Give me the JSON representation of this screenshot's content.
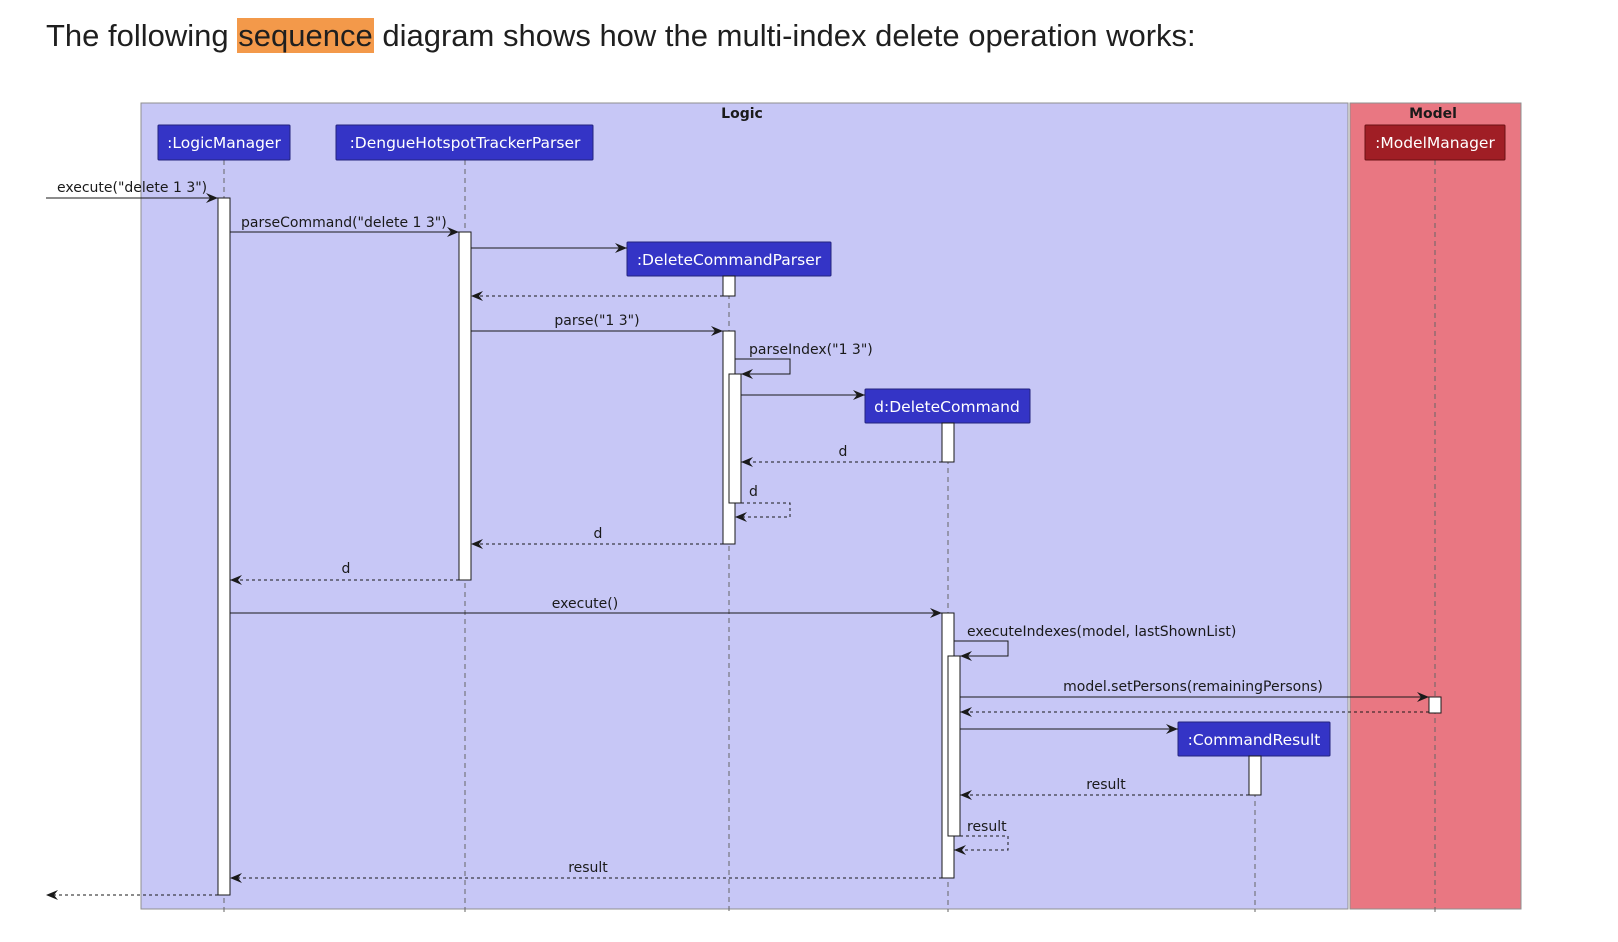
{
  "heading": {
    "before": "The following ",
    "highlight": "sequence",
    "after": " diagram shows how the multi-index delete operation works:"
  },
  "colors": {
    "logic_box": "#c7c7f6",
    "model_box": "#e97782",
    "participant": "#3434c6",
    "model_participant": "#a01e25",
    "highlight": "#f3994a"
  },
  "diagram": {
    "boxes": {
      "logic": "Logic",
      "model": "Model"
    },
    "participants": {
      "logic_manager": ":LogicManager",
      "parser": ":DengueHotspotTrackerParser",
      "delete_parser": ":DeleteCommandParser",
      "delete_command": "d:DeleteCommand",
      "command_result": ":CommandResult",
      "model_manager": ":ModelManager"
    },
    "messages": {
      "execute_input": "execute(\"delete 1 3\")",
      "parse_command": "parseCommand(\"delete 1 3\")",
      "parse": "parse(\"1 3\")",
      "parse_index": "parseIndex(\"1 3\")",
      "return_d_1": "d",
      "return_d_2": "d",
      "return_d_3": "d",
      "return_d_4": "d",
      "execute": "execute()",
      "execute_indexes": "executeIndexes(model, lastShownList)",
      "set_persons": "model.setPersons(remainingPersons)",
      "return_result_1": "result",
      "return_result_2": "result",
      "return_result_3": "result"
    }
  }
}
